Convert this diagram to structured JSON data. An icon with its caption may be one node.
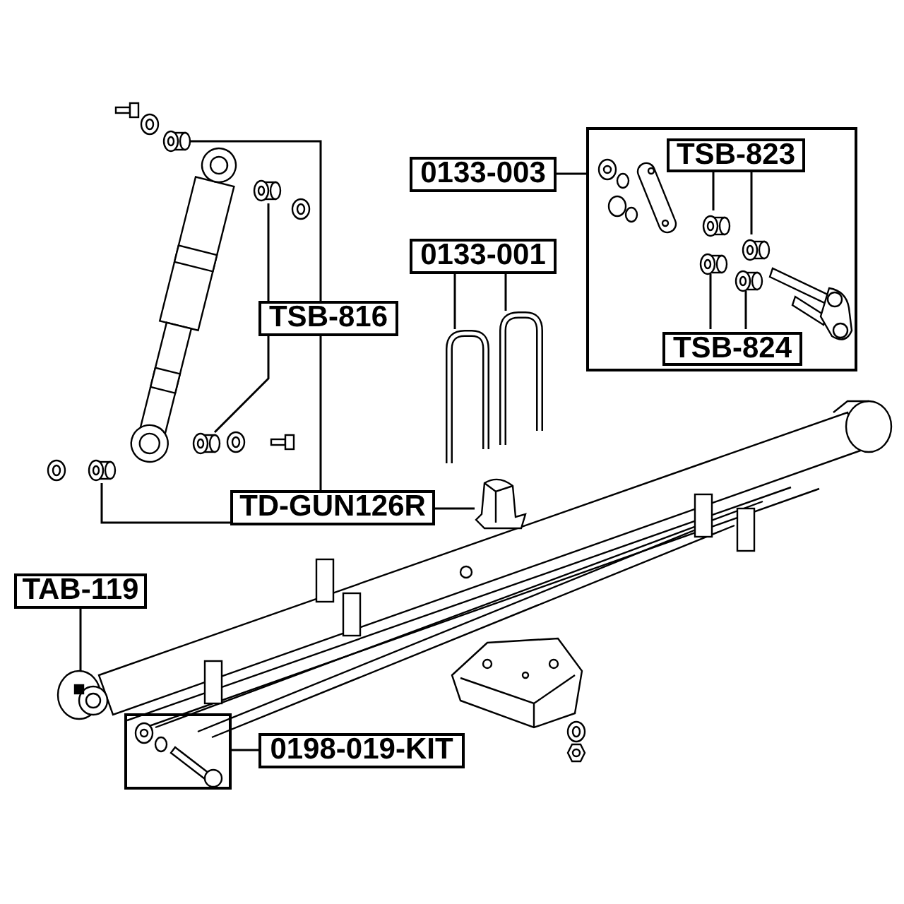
{
  "diagram": {
    "nodes": [
      {
        "text": [
          "TSB-816"
        ]
      },
      {
        "text": [],
        "shape": "picture"
      },
      {
        "text": [],
        "shape": "picture"
      },
      {
        "text": [],
        "shape": "picture"
      },
      {
        "text": [],
        "shape": "picture"
      },
      {
        "text": [
          "0133-003"
        ]
      },
      {
        "text": [],
        "shape": "box"
      },
      {
        "text": [
          "TSB-823"
        ],
        "in": 6
      },
      {
        "text": [],
        "shape": "picture",
        "in": 6
      },
      {
        "text": [],
        "shape": "picture",
        "in": 6
      },
      {
        "text": [
          "TSB-824"
        ],
        "in": 6
      },
      {
        "text": [],
        "shape": "picture",
        "in": 6
      },
      {
        "text": [],
        "shape": "picture",
        "in": 6
      },
      {
        "text": [
          "0133-001"
        ]
      },
      {
        "text": [],
        "shape": "picture"
      },
      {
        "text": [],
        "shape": "picture"
      },
      {
        "text": [
          "TD-GUN126R"
        ]
      },
      {
        "text": [],
        "shape": "picture"
      },
      {
        "text": [
          "TAB-119"
        ]
      },
      {
        "text": [],
        "shape": "picture"
      },
      {
        "text": [
          "0198-019-KIT"
        ]
      },
      {
        "text": [],
        "shape": "box"
      }
    ],
    "edges": [
      {
        "from": 0,
        "to": 1,
        "arrow": "none"
      },
      {
        "from": 0,
        "to": 2,
        "arrow": "none"
      },
      {
        "from": 0,
        "to": 3,
        "arrow": "none"
      },
      {
        "from": 0,
        "to": 4,
        "arrow": "none"
      },
      {
        "from": 5,
        "to": 6,
        "arrow": "none"
      },
      {
        "from": 7,
        "to": 8,
        "arrow": "none"
      },
      {
        "from": 7,
        "to": 9,
        "arrow": "none"
      },
      {
        "from": 10,
        "to": 11,
        "arrow": "none"
      },
      {
        "from": 10,
        "to": 12,
        "arrow": "none"
      },
      {
        "from": 13,
        "to": 14,
        "arrow": "none"
      },
      {
        "from": 13,
        "to": 15,
        "arrow": "none"
      },
      {
        "from": 16,
        "to": 17,
        "arrow": "none"
      },
      {
        "from": 18,
        "to": 19,
        "arrow": "none"
      },
      {
        "from": 20,
        "to": 21,
        "arrow": "none"
      }
    ]
  }
}
